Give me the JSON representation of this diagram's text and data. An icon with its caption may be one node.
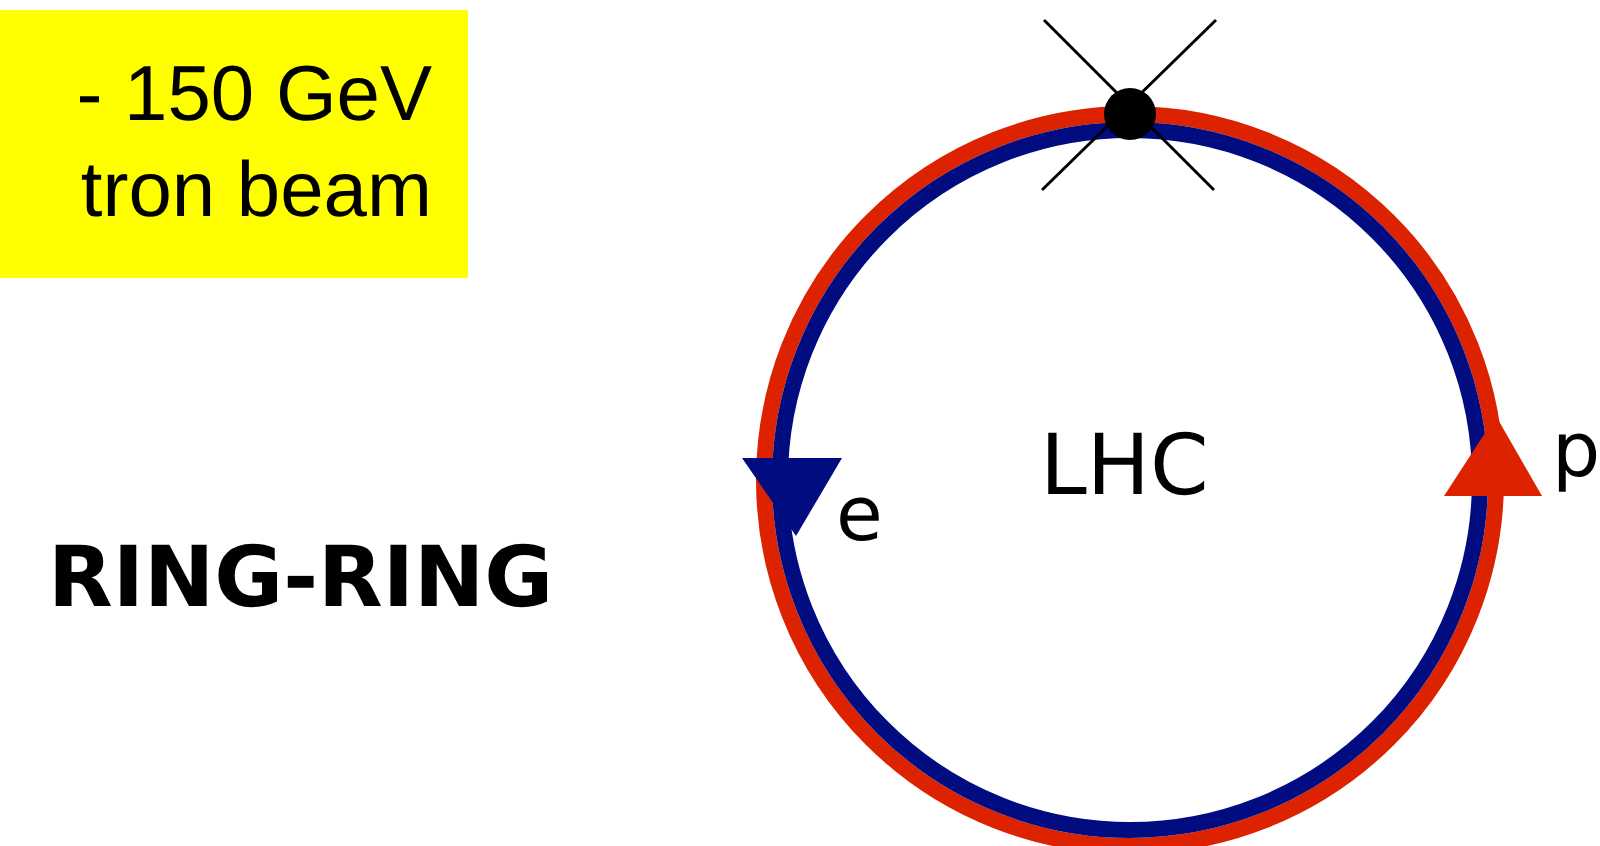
{
  "diagram": {
    "nodes": [
      {
        "text": [
          "- 150 GeV tron beam"
        ]
      }
    ],
    "labels": [
      "RING-RING",
      "LHC",
      "e",
      "p"
    ]
  }
}
